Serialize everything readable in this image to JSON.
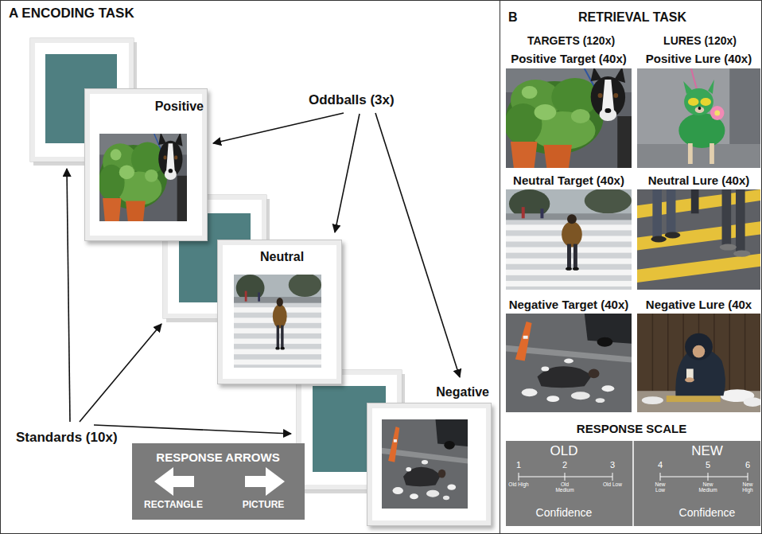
{
  "diagram": {
    "nodes": [
      {
        "text": [
          "A ENCODING TASK"
        ]
      },
      {
        "text": [
          "Positive"
        ],
        "in": 0
      },
      {
        "text": [
          "Neutral"
        ],
        "in": 0
      },
      {
        "text": [
          "Negative"
        ],
        "in": 0
      },
      {
        "text": [
          "RESPONSE ARROWS",
          "RECTANGLE",
          "PICTURE"
        ],
        "in": 0
      },
      {
        "text": [
          "B",
          "RETRIEVAL TASK"
        ]
      },
      {
        "text": [
          "Positive Target (40x)"
        ],
        "in": 5
      },
      {
        "text": [
          "Positive Lure (40x)"
        ],
        "in": 5
      },
      {
        "text": [
          "Neutral Target (40x)"
        ],
        "in": 5
      },
      {
        "text": [
          "Neutral Lure (40x)"
        ],
        "in": 5
      },
      {
        "text": [
          "Negative Target (40x)"
        ],
        "in": 5
      },
      {
        "text": [
          "Negative Lure (40x"
        ],
        "in": 5
      },
      {
        "text": [
          "RESPONSE SCALE",
          "OLD",
          "NEW",
          "1",
          "2",
          "3",
          "4",
          "5",
          "6",
          "Old High",
          "Old Medium",
          "Old Low",
          "New Low",
          "New Medium",
          "New High",
          "Confidence",
          "Confidence"
        ],
        "in": 5
      }
    ],
    "labels": [
      "Oddballs (3x)",
      "Standards (10x)",
      "TARGETS (120x)",
      "LURES (120x)"
    ]
  }
}
